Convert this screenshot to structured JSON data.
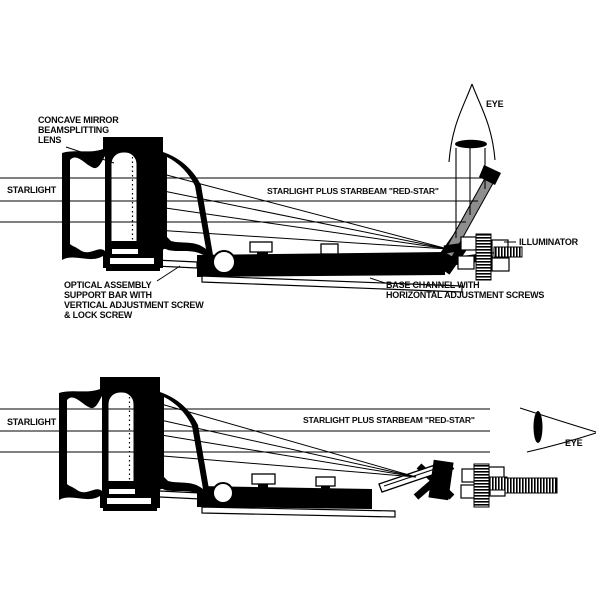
{
  "colors": {
    "ink": "#000000",
    "paper": "#ffffff",
    "mirror_gray": "#8e8e8e"
  },
  "top_diagram": {
    "lens_label_lines": [
      "CONCAVE MIRROR",
      "BEAMSPLITTING",
      "LENS"
    ],
    "starlight_label": "STARLIGHT",
    "beam_label": "STARLIGHT PLUS STARBEAM \"RED-STAR\"",
    "eye_label": "EYE",
    "illuminator_label": "ILLUMINATOR",
    "support_label_lines": [
      "OPTICAL ASSEMBLY",
      "SUPPORT BAR WITH",
      "VERTICAL ADJUSTMENT SCREW",
      "& LOCK SCREW"
    ],
    "base_label_lines": [
      "BASE CHANNEL WITH",
      "HORIZONTAL ADJUSTMENT SCREWS"
    ]
  },
  "bottom_diagram": {
    "starlight_label": "STARLIGHT",
    "beam_label": "STARLIGHT PLUS STARBEAM \"RED-STAR\"",
    "eye_label": "EYE"
  }
}
